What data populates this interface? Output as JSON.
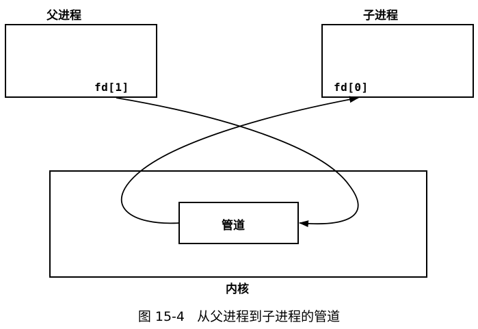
{
  "parent_process": {
    "title": "父进程",
    "fd_label": "fd[1]"
  },
  "child_process": {
    "title": "子进程",
    "fd_label": "fd[0]"
  },
  "kernel": {
    "label": "内核",
    "pipe_label": "管道"
  },
  "caption": {
    "figure_number": "图 15-4",
    "text": "从父进程到子进程的管道"
  }
}
